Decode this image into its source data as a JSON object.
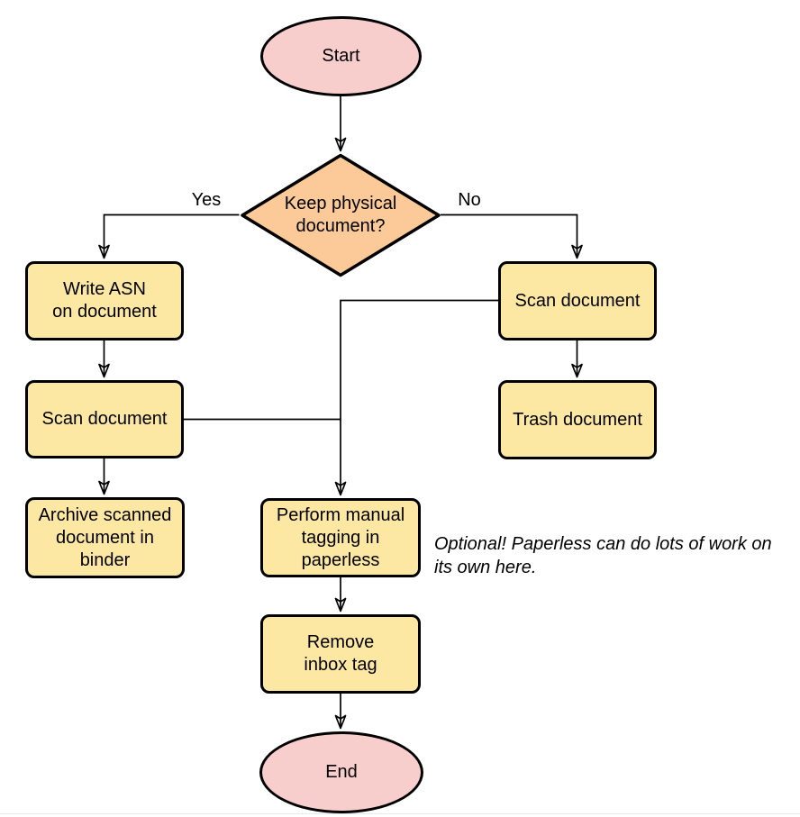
{
  "colors": {
    "terminal_fill": "#f8cecd",
    "decision_fill": "#fbca98",
    "process_fill": "#fde8a3",
    "stroke": "#000000",
    "text": "#000000"
  },
  "nodes": {
    "start": {
      "label": "Start"
    },
    "decision": {
      "label": "Keep physical\ndocument?"
    },
    "write_asn": {
      "label": "Write ASN\non document"
    },
    "scan_left": {
      "label": "Scan document"
    },
    "archive": {
      "label": "Archive scanned\ndocument in\nbinder"
    },
    "scan_right": {
      "label": "Scan document"
    },
    "trash": {
      "label": "Trash document"
    },
    "tagging": {
      "label": "Perform manual\ntagging in\npaperless"
    },
    "remove_inbox": {
      "label": "Remove\ninbox tag"
    },
    "end": {
      "label": "End"
    }
  },
  "edge_labels": {
    "yes": "Yes",
    "no": "No"
  },
  "annotation": "Optional! Paperless can do lots of work on\nits own here."
}
